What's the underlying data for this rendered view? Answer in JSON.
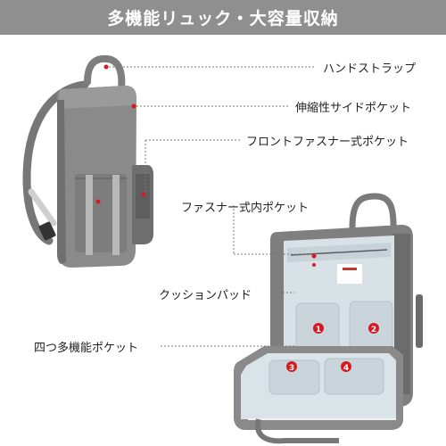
{
  "banner": {
    "title": "多機能リュック・大容量収納"
  },
  "callouts": [
    {
      "label": "ハンドストラップ"
    },
    {
      "label": "伸縮性サイドポケット"
    },
    {
      "label": "フロントファスナー式ポケット"
    },
    {
      "label": "ファスナー式内ポケット"
    },
    {
      "label": "クッションパッド"
    },
    {
      "label": "四つ多機能ポケット"
    }
  ],
  "pocket_numbers": [
    "1",
    "2",
    "3",
    "4"
  ],
  "colors": {
    "banner": "#8f8f8f",
    "marker": "#d71920",
    "bag": "#8a8a8a",
    "lining": "#d7e1e6"
  }
}
